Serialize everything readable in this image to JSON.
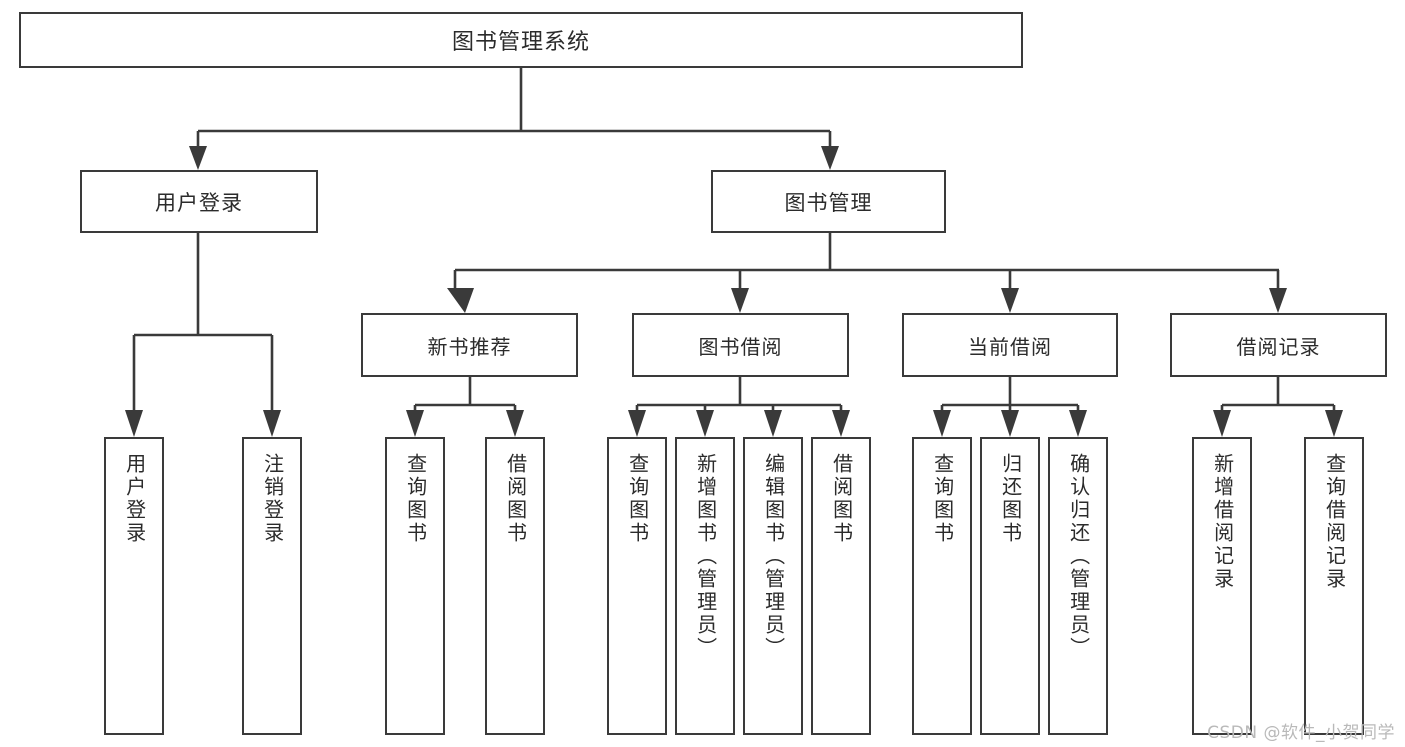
{
  "diagram": {
    "title": "图书管理系统",
    "type": "tree-hierarchy",
    "watermark": "CSDN @软件_小贺同学",
    "colors": {
      "stroke": "#3a3a3a",
      "box_fill": "#ffffff",
      "text": "#2b2b2b",
      "watermark": "#b9b9b9",
      "background": "#ffffff"
    },
    "nodes": {
      "root": {
        "label": "图书管理系统"
      },
      "level2": [
        {
          "id": "user-login",
          "label": "用户登录"
        },
        {
          "id": "book-manage",
          "label": "图书管理"
        }
      ],
      "level3": [
        {
          "id": "new-book-rec",
          "label": "新书推荐"
        },
        {
          "id": "book-borrow",
          "label": "图书借阅"
        },
        {
          "id": "current-borrow",
          "label": "当前借阅"
        },
        {
          "id": "borrow-record",
          "label": "借阅记录"
        }
      ],
      "leaves": {
        "user_login": [
          {
            "id": "leaf-user-login",
            "label": "用户登录"
          },
          {
            "id": "leaf-logout-login",
            "label": "注销登录"
          }
        ],
        "new_book_rec": [
          {
            "id": "leaf-query-book-1",
            "label": "查询图书"
          },
          {
            "id": "leaf-borrow-book-1",
            "label": "借阅图书"
          }
        ],
        "book_borrow": [
          {
            "id": "leaf-query-book-2",
            "label": "查询图书"
          },
          {
            "id": "leaf-add-book",
            "label": "新增图书（管理员）"
          },
          {
            "id": "leaf-edit-book",
            "label": "编辑图书（管理员）"
          },
          {
            "id": "leaf-borrow-book-2",
            "label": "借阅图书"
          }
        ],
        "current_borrow": [
          {
            "id": "leaf-query-book-3",
            "label": "查询图书"
          },
          {
            "id": "leaf-return-book",
            "label": "归还图书"
          },
          {
            "id": "leaf-confirm-return",
            "label": "确认归还（管理员）"
          }
        ],
        "borrow_record": [
          {
            "id": "leaf-add-record",
            "label": "新增借阅记录"
          },
          {
            "id": "leaf-query-record",
            "label": "查询借阅记录"
          }
        ]
      }
    }
  }
}
